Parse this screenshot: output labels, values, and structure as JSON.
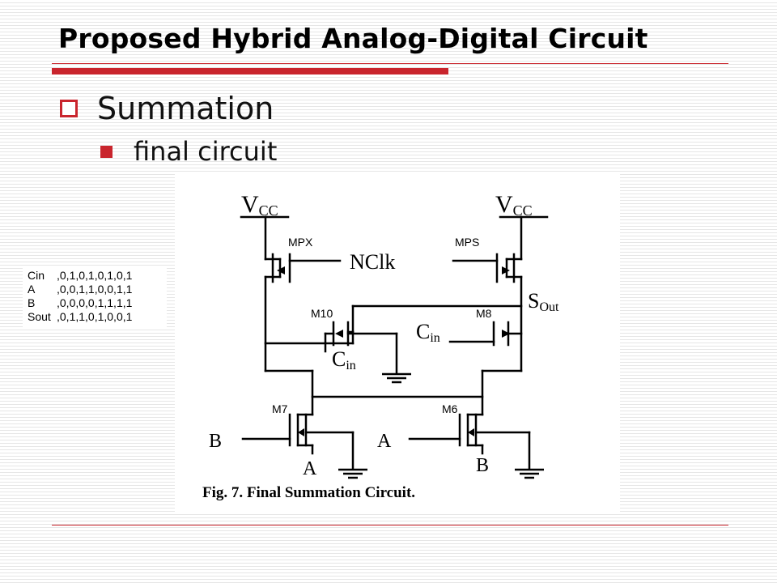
{
  "slide": {
    "title": "Proposed Hybrid Analog-Digital Circuit",
    "accent_color": "#c9252d"
  },
  "bullets": [
    {
      "level": 1,
      "marker": "hollow-square-bullet",
      "text": "Summation"
    },
    {
      "level": 2,
      "marker": "filled-square-bullet",
      "text": "final circuit"
    }
  ],
  "truth_table": {
    "rows": [
      {
        "signal": "Cin",
        "values": ",0,1,0,1,0,1,0,1"
      },
      {
        "signal": "A",
        "values": ",0,0,1,1,0,0,1,1"
      },
      {
        "signal": "B",
        "values": ",0,0,0,0,1,1,1,1"
      },
      {
        "signal": "Sout",
        "values": ",0,1,1,0,1,0,0,1"
      }
    ]
  },
  "figure": {
    "caption": "Fig. 7. Final Summation Circuit.",
    "supply_left": {
      "main": "V",
      "sub": "CC"
    },
    "supply_right": {
      "main": "V",
      "sub": "CC"
    },
    "transistors": {
      "mpx": "MPX",
      "mps": "MPS",
      "m10": "M10",
      "m8": "M8",
      "m7": "M7",
      "m6": "M6"
    },
    "signals": {
      "nclk": "NClk",
      "sout": {
        "main": "S",
        "sub": "Out"
      },
      "cin_right": {
        "main": "C",
        "sub": "in"
      },
      "cin_bottom": {
        "main": "C",
        "sub": "in"
      },
      "b_left": "B",
      "a_middle": "A",
      "a_bottom": "A",
      "b_bottom": "B"
    }
  }
}
